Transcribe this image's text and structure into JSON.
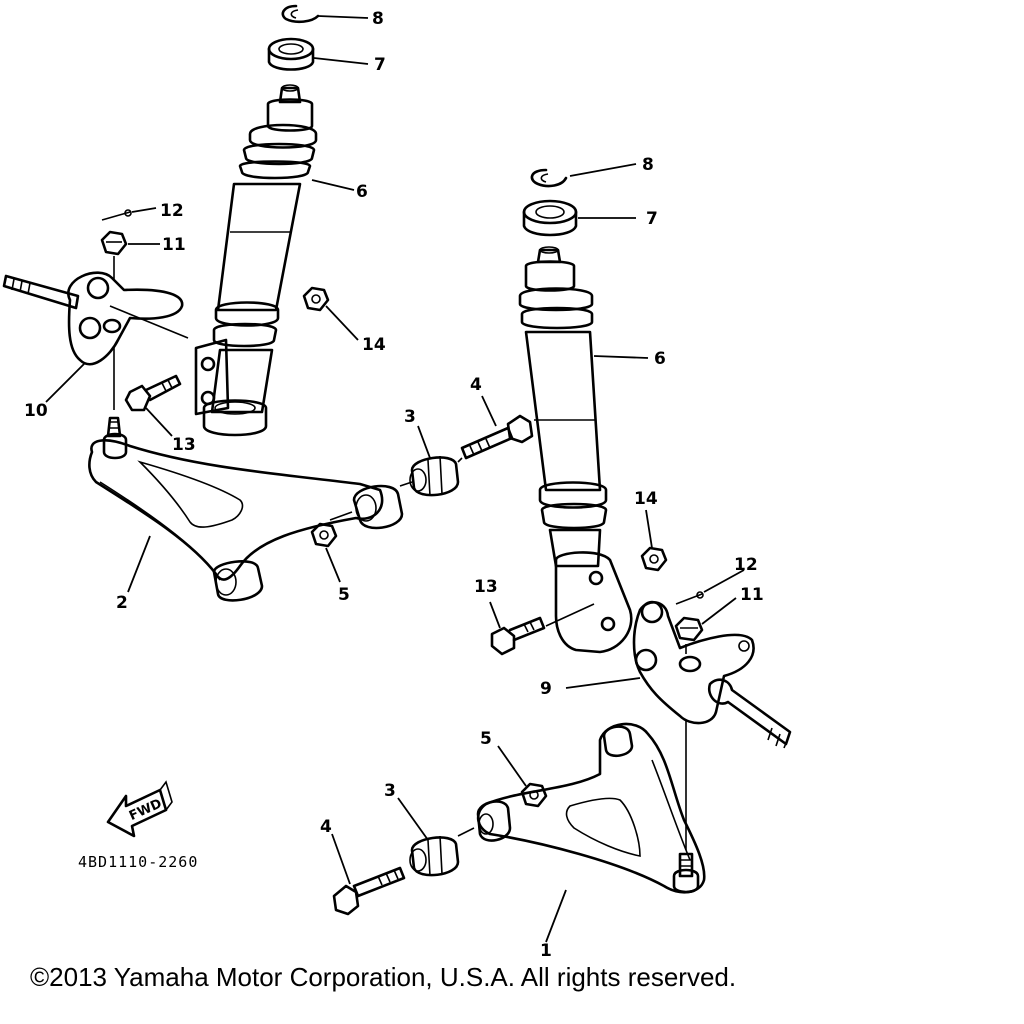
{
  "diagram": {
    "part_code": "4BD1110-2260",
    "fwd_label": "FWD",
    "callouts": {
      "c1": "1",
      "c2": "2",
      "c3a": "3",
      "c3b": "3",
      "c4a": "4",
      "c4b": "4",
      "c5a": "5",
      "c5b": "5",
      "c6a": "6",
      "c6b": "6",
      "c7a": "7",
      "c7b": "7",
      "c8a": "8",
      "c8b": "8",
      "c9": "9",
      "c10": "10",
      "c11a": "11",
      "c11b": "11",
      "c12a": "12",
      "c12b": "12",
      "c13a": "13",
      "c13b": "13",
      "c14a": "14",
      "c14b": "14"
    }
  },
  "footer": {
    "copyright": "©2013 Yamaha Motor Corporation, U.S.A. All rights reserved."
  }
}
